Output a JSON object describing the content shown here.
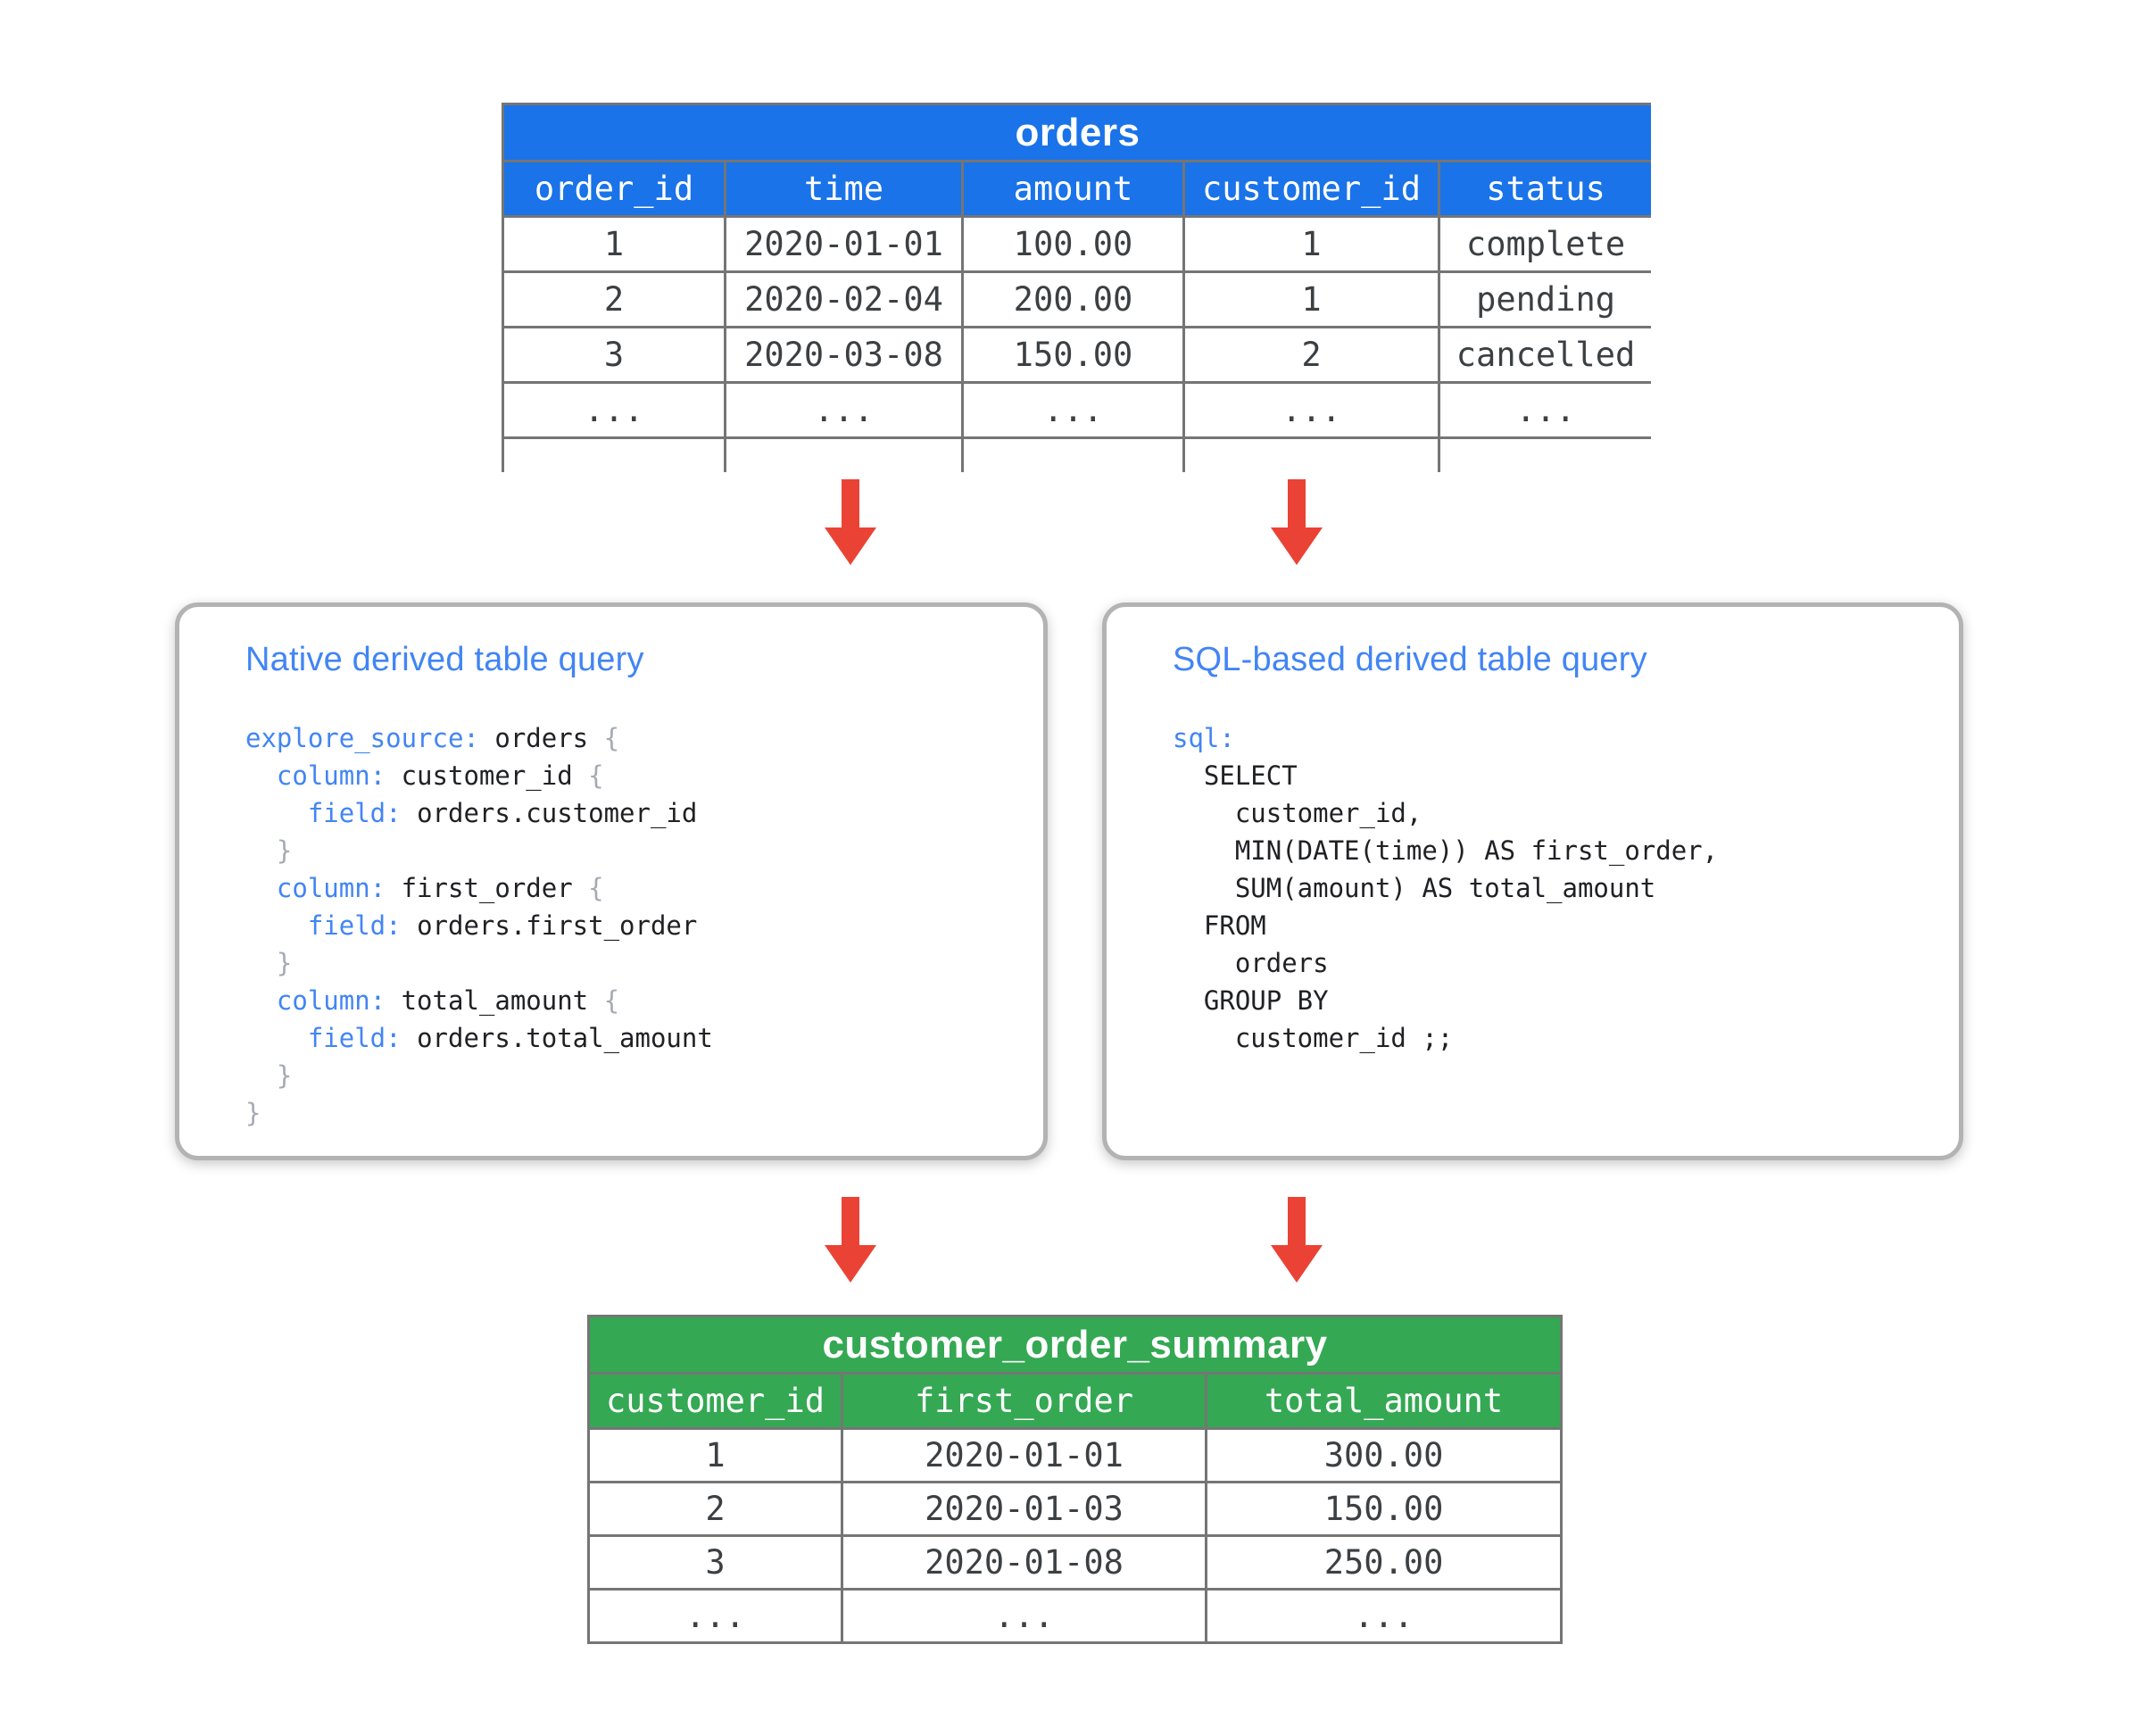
{
  "colors": {
    "orders_header_blue": "#1a73e8",
    "summary_header_green": "#34a853",
    "table_border_gray": "#757575",
    "box_border_gray": "#b3b3b3",
    "arrow_red": "#ea4335",
    "code_keyword_blue": "#4285f4",
    "box_title_blue": "#4285f4",
    "code_brace_gray": "#a5abb3",
    "cell_text": "#3c4043"
  },
  "orders_table": {
    "title": "orders",
    "headers": [
      "order_id",
      "time",
      "amount",
      "customer_id",
      "status"
    ],
    "rows": [
      [
        "1",
        "2020-01-01",
        "100.00",
        "1",
        "complete"
      ],
      [
        "2",
        "2020-02-04",
        "200.00",
        "1",
        "pending"
      ],
      [
        "3",
        "2020-03-08",
        "150.00",
        "2",
        "cancelled"
      ],
      [
        "...",
        "...",
        "...",
        "...",
        "..."
      ]
    ],
    "truncated": true
  },
  "native_box": {
    "title": "Native derived table query",
    "code": [
      [
        [
          "k",
          "explore_source:"
        ],
        [
          "p",
          " orders "
        ],
        [
          "b",
          "{"
        ]
      ],
      [
        [
          "p",
          "  "
        ],
        [
          "k",
          "column:"
        ],
        [
          "p",
          " customer_id "
        ],
        [
          "b",
          "{"
        ]
      ],
      [
        [
          "p",
          "    "
        ],
        [
          "k",
          "field:"
        ],
        [
          "p",
          " orders.customer_id"
        ]
      ],
      [
        [
          "b",
          "  }"
        ]
      ],
      [
        [
          "p",
          "  "
        ],
        [
          "k",
          "column:"
        ],
        [
          "p",
          " first_order "
        ],
        [
          "b",
          "{"
        ]
      ],
      [
        [
          "p",
          "    "
        ],
        [
          "k",
          "field:"
        ],
        [
          "p",
          " orders.first_order"
        ]
      ],
      [
        [
          "b",
          "  }"
        ]
      ],
      [
        [
          "p",
          "  "
        ],
        [
          "k",
          "column:"
        ],
        [
          "p",
          " total_amount "
        ],
        [
          "b",
          "{"
        ]
      ],
      [
        [
          "p",
          "    "
        ],
        [
          "k",
          "field:"
        ],
        [
          "p",
          " orders.total_amount"
        ]
      ],
      [
        [
          "b",
          "  }"
        ]
      ],
      [
        [
          "b",
          "}"
        ]
      ]
    ]
  },
  "sql_box": {
    "title": "SQL-based derived table query",
    "code": [
      [
        [
          "k",
          "sql:"
        ]
      ],
      [
        [
          "p",
          "  SELECT"
        ]
      ],
      [
        [
          "p",
          "    customer_id,"
        ]
      ],
      [
        [
          "p",
          "    MIN(DATE(time)) AS first_order,"
        ]
      ],
      [
        [
          "p",
          "    SUM(amount) AS total_amount"
        ]
      ],
      [
        [
          "p",
          "  FROM"
        ]
      ],
      [
        [
          "p",
          "    orders"
        ]
      ],
      [
        [
          "p",
          "  GROUP BY"
        ]
      ],
      [
        [
          "p",
          "    customer_id ;;"
        ]
      ]
    ]
  },
  "summary_table": {
    "title": "customer_order_summary",
    "headers": [
      "customer_id",
      "first_order",
      "total_amount"
    ],
    "rows": [
      [
        "1",
        "2020-01-01",
        "300.00"
      ],
      [
        "2",
        "2020-01-03",
        "150.00"
      ],
      [
        "3",
        "2020-01-08",
        "250.00"
      ],
      [
        "...",
        "...",
        "..."
      ]
    ]
  }
}
